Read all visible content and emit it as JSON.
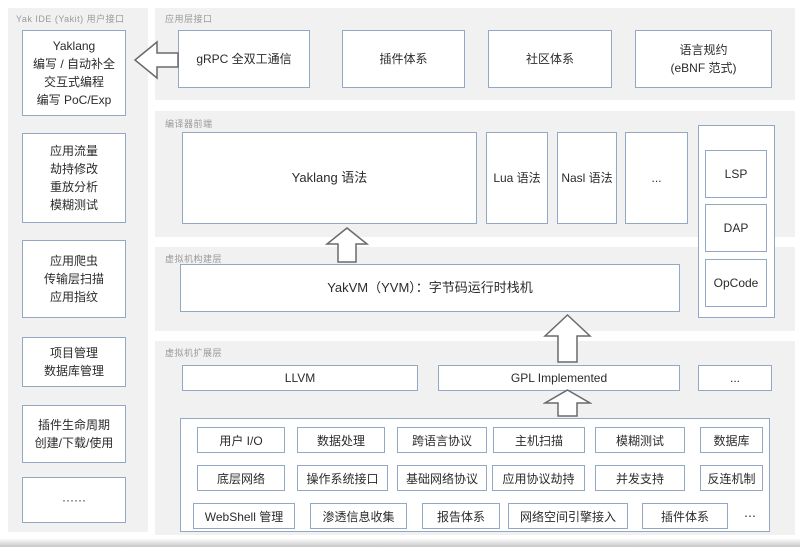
{
  "colors": {
    "band_bg": "#f1f1f2",
    "box_border": "#92a8c3",
    "arrow_outline": "#6a6a6a"
  },
  "sidebar": {
    "label": "Yak IDE (Yakit) 用户接口",
    "boxes": [
      "Yaklang\n编写 / 自动补全\n交互式编程\n编写 PoC/Exp",
      "应用流量\n劫持修改\n重放分析\n模糊测试",
      "应用爬虫\n传输层扫描\n应用指纹",
      "项目管理\n数据库管理",
      "插件生命周期\n创建/下载/使用",
      "······"
    ]
  },
  "app_layer": {
    "label": "应用层接口",
    "boxes": [
      "gRPC 全双工通信",
      "插件体系",
      "社区体系",
      "语言规约\n(eBNF 范式)"
    ]
  },
  "compiler_layer": {
    "label": "编译器前端",
    "boxes": [
      "Yaklang 语法",
      "Lua 语法",
      "Nasl 语法",
      "..."
    ]
  },
  "protocol_column": {
    "boxes": [
      "LSP",
      "DAP",
      "OpCode"
    ]
  },
  "vm_layer": {
    "label": "虚拟机构建层",
    "box": "YakVM（YVM）：字节码运行时栈机"
  },
  "ext_layer": {
    "label": "虚拟机扩展层",
    "boxes": [
      "LLVM",
      "GPL Implemented",
      "..."
    ]
  },
  "capability_grid": {
    "rows": [
      [
        "用户 I/O",
        "数据处理",
        "跨语言协议",
        "主机扫描",
        "模糊测试",
        "数据库"
      ],
      [
        "底层网络",
        "操作系统接口",
        "基础网络协议",
        "应用协议劫持",
        "并发支持",
        "反连机制"
      ],
      [
        "WebShell 管理",
        "渗透信息收集",
        "报告体系",
        "网络空间引擎接入",
        "插件体系",
        "⋯"
      ]
    ]
  }
}
